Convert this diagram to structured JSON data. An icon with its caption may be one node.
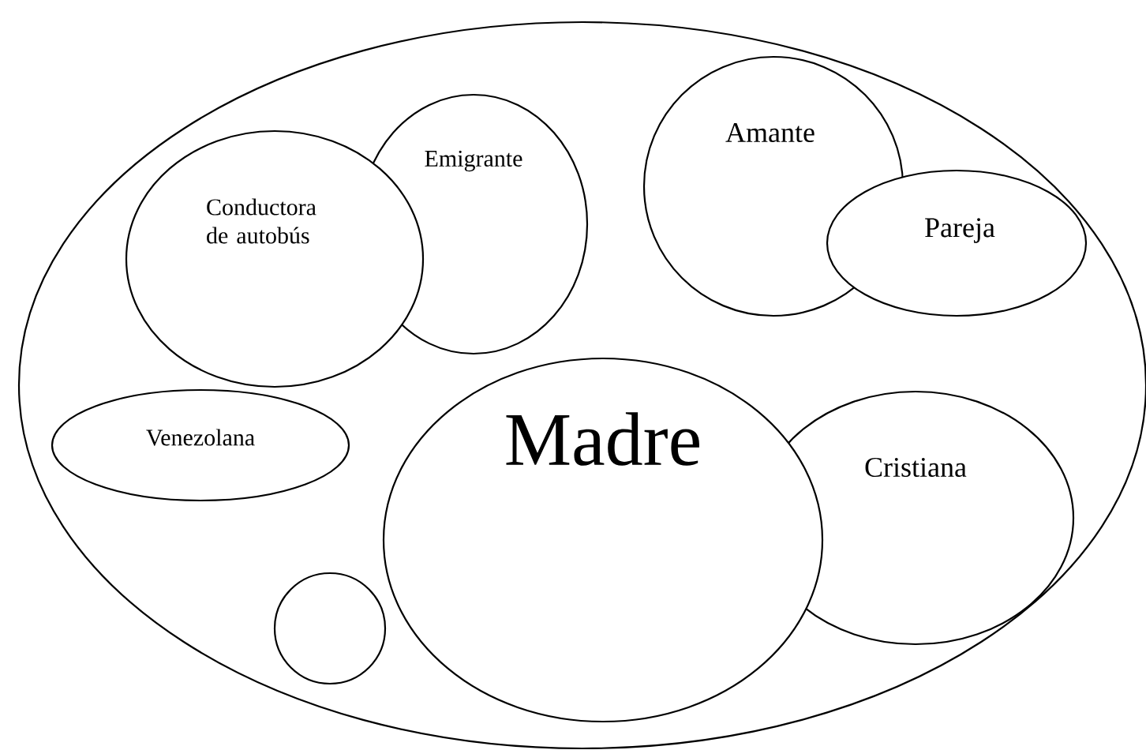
{
  "diagram": {
    "nodes": [
      {
        "text": [],
        "shape": "ellipse"
      },
      {
        "text": [
          "Conductora de autobús"
        ],
        "in": 0
      },
      {
        "text": [
          "Emigrante"
        ],
        "in": 0
      },
      {
        "text": [
          "Amante"
        ],
        "in": 0
      },
      {
        "text": [
          "Pareja"
        ],
        "in": 0
      },
      {
        "text": [
          "Venezolana"
        ],
        "in": 0
      },
      {
        "text": [
          "Madre"
        ],
        "in": 0
      },
      {
        "text": [
          "Cristiana"
        ],
        "in": 0
      },
      {
        "text": [],
        "shape": "circle",
        "in": 0
      }
    ]
  }
}
